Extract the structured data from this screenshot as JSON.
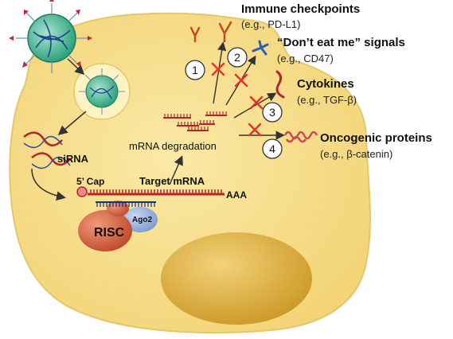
{
  "labels": {
    "immune_title": "Immune checkpoints",
    "immune_example": "(e.g., PD-L1)",
    "dont_eat_title": "“Don’t eat me” signals",
    "dont_eat_example": "(e.g., CD47)",
    "cytokines_title": "Cytokines",
    "cytokines_example": "(e.g., TGF-β)",
    "oncogenic_title": "Oncogenic proteins",
    "oncogenic_example": "(e.g., β-catenin)",
    "sirna": "siRNA",
    "cap": "5’ Cap",
    "target_mrna": "Target mRNA",
    "poly_a": "AAA",
    "mrna_degradation": "mRNA degradation",
    "risc": "RISC",
    "ago2": "Ago2"
  },
  "steps": [
    "1",
    "2",
    "3",
    "4"
  ],
  "colors": {
    "cell": "#f5dc85",
    "cell_edge": "#e6c66a",
    "nucleus": "#d9ab37",
    "rna": "#b5252a",
    "block": "#e8332b",
    "risc": "#d2603f",
    "ago2": "#8ba6d6"
  }
}
